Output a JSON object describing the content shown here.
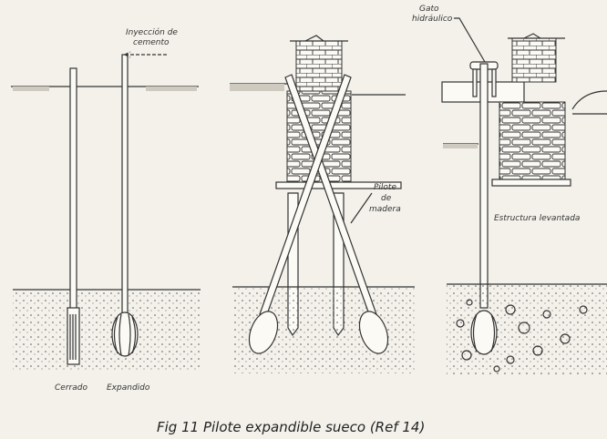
{
  "labels": {
    "cement_injection_1": "Inyección de",
    "cement_injection_2": "cemento",
    "closed": "Cerrado",
    "expanded": "Expandido",
    "timber_pile_1": "Pilote",
    "timber_pile_2": "de",
    "timber_pile_3": "madera",
    "hydraulic_jack_1": "Gato",
    "hydraulic_jack_2": "hidráulico",
    "lifted_structure": "Estructura levantada"
  },
  "caption": "Fig 11 Pilote expandible sueco (Ref 14)"
}
